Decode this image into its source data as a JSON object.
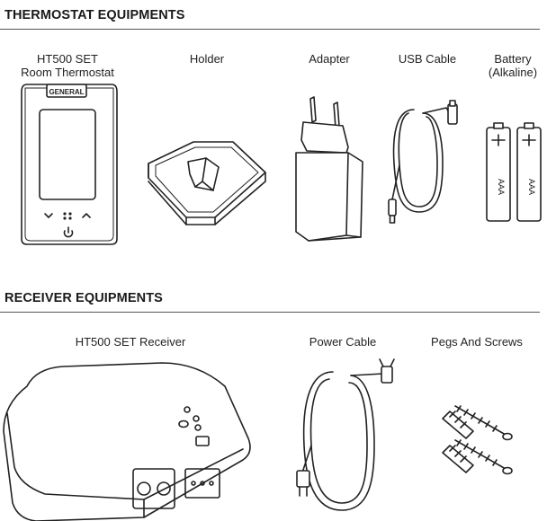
{
  "sections": {
    "thermostat": {
      "title": "THERMOSTAT EQUIPMENTS",
      "items": [
        {
          "label": "HT500 SET\nRoom Thermostat",
          "line1": "HT500 SET",
          "line2": "Room Thermostat"
        },
        {
          "label": "Holder"
        },
        {
          "label": "Adapter"
        },
        {
          "label": "USB Cable"
        },
        {
          "label": "Battery\n(Alkaline)",
          "line1": "Battery",
          "line2": "(Alkaline)"
        }
      ],
      "device_brand": "GENERAL",
      "battery_marking": "AAA"
    },
    "receiver": {
      "title": "RECEIVER EQUIPMENTS",
      "items": [
        {
          "label": "HT500 SET Receiver"
        },
        {
          "label": "Power Cable"
        },
        {
          "label": "Pegs And Screws"
        }
      ]
    }
  }
}
